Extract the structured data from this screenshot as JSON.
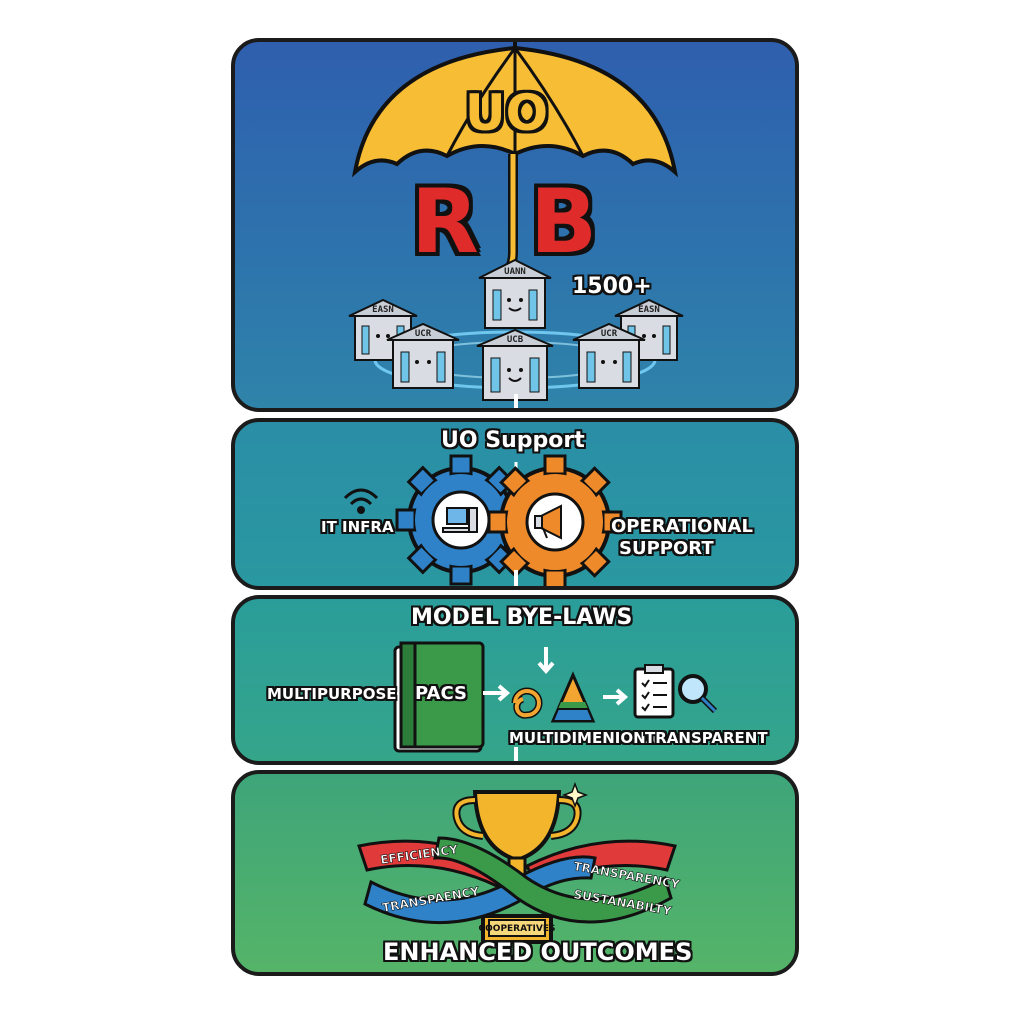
{
  "top": {
    "umbrella_label": "UO",
    "letter_left": "R",
    "letter_right": "B",
    "count": "1500+",
    "bank_labels": [
      "UANN",
      "EASN",
      "UCR",
      "UCB",
      "UCR",
      "EASN"
    ]
  },
  "support": {
    "title": "UO Support",
    "left_label": "IT INFRA",
    "right_label_line1": "OPERATIONAL",
    "right_label_line2": "SUPPORT"
  },
  "bylaws": {
    "title": "MODEL BYE-LAWS",
    "left_label": "MULTIPURPOSE",
    "book_label": "PACS",
    "mid_label": "MULTIDIMENIONAL",
    "right_label": "TRANSPARENT"
  },
  "outcomes": {
    "ribbon_left_top": "EFFICIENCY",
    "ribbon_right_top": "TRANSPARENCY",
    "ribbon_left_bottom": "TRANSPAENCY",
    "ribbon_right_bottom": "SUSTANABILTY",
    "trophy_plate": "COOPERATIVES",
    "title": "ENHANCED OUTCOMES"
  },
  "colors": {
    "panel_border": "#1b1b1b",
    "umbrella": "#f6bd35",
    "letters": "#e02b2b",
    "gear_blue": "#2f82c8",
    "gear_orange": "#ef8a2a",
    "book_green": "#3a9a4a",
    "trophy_gold": "#f2b52c"
  }
}
